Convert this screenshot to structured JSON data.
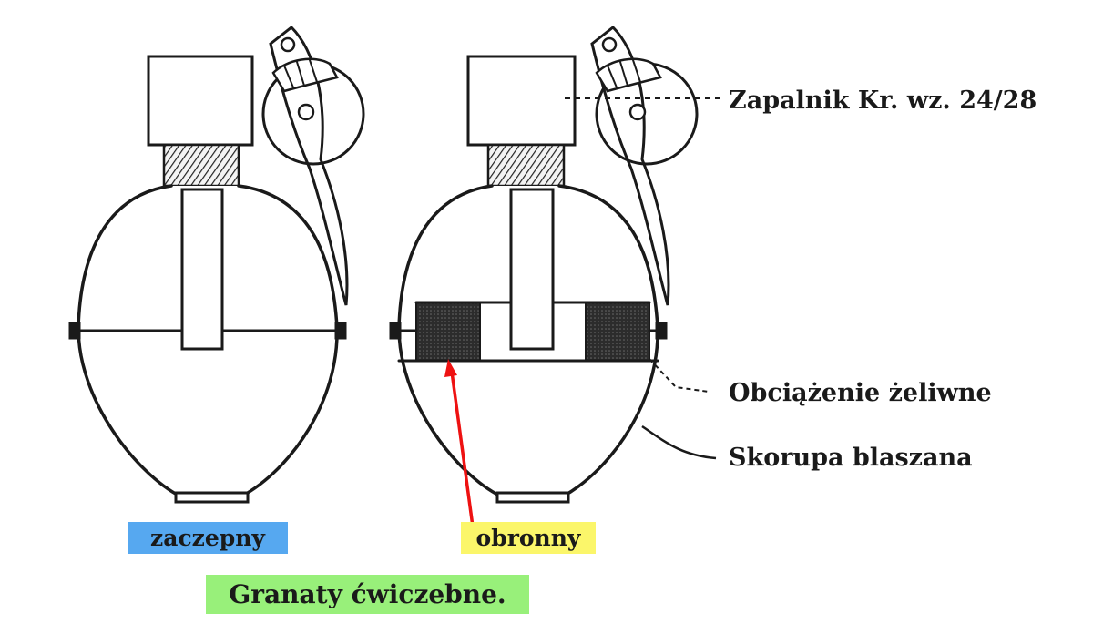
{
  "labels": {
    "fuze": "Zapalnik Kr. wz. 24/28",
    "weight": "Obciążenie żeliwne",
    "shell": "Skorupa blaszana"
  },
  "tags": {
    "offensive": {
      "text": "zaczepny",
      "color": "#56a8f0"
    },
    "defensive": {
      "text": "obronny",
      "color": "#fbf66a"
    },
    "title": {
      "text": "Granaty ćwiczebne.",
      "color": "#98f07a"
    }
  },
  "colors": {
    "ink": "#1a1a1a",
    "hatch": "#3a3a3a",
    "arrow": "#ee1111"
  }
}
